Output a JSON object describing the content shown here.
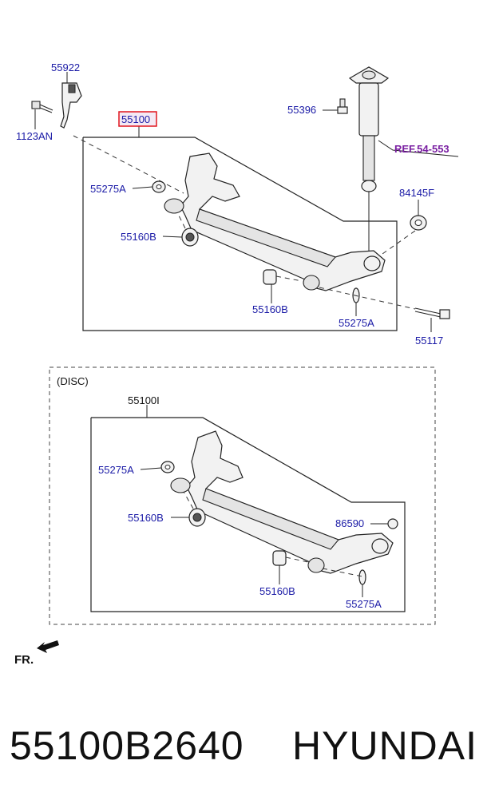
{
  "diagram": {
    "top": {
      "labels": {
        "p55922": "55922",
        "p1123an": "1123AN",
        "p55100": "55100",
        "p55396": "55396",
        "ref": "REF.54-553",
        "p84145f": "84145F",
        "p55275a_left": "55275A",
        "p55160b_left": "55160B",
        "p55160b_right": "55160B",
        "p55275a_right": "55275A",
        "p55117": "55117"
      }
    },
    "disc": {
      "header": "(DISC)",
      "labels": {
        "p55100i": "55100I",
        "p55275a_left": "55275A",
        "p55160b_left": "55160B",
        "p86590": "86590",
        "p55160b_right": "55160B",
        "p55275a_right": "55275A"
      }
    },
    "direction_label": "FR.",
    "colors": {
      "callout_text": "#1a1aa6",
      "highlight_box": "#e0161e",
      "ref_text": "#7a1fa2"
    }
  },
  "footer": {
    "part_number": "55100B2640",
    "brand": "HYUNDAI"
  }
}
